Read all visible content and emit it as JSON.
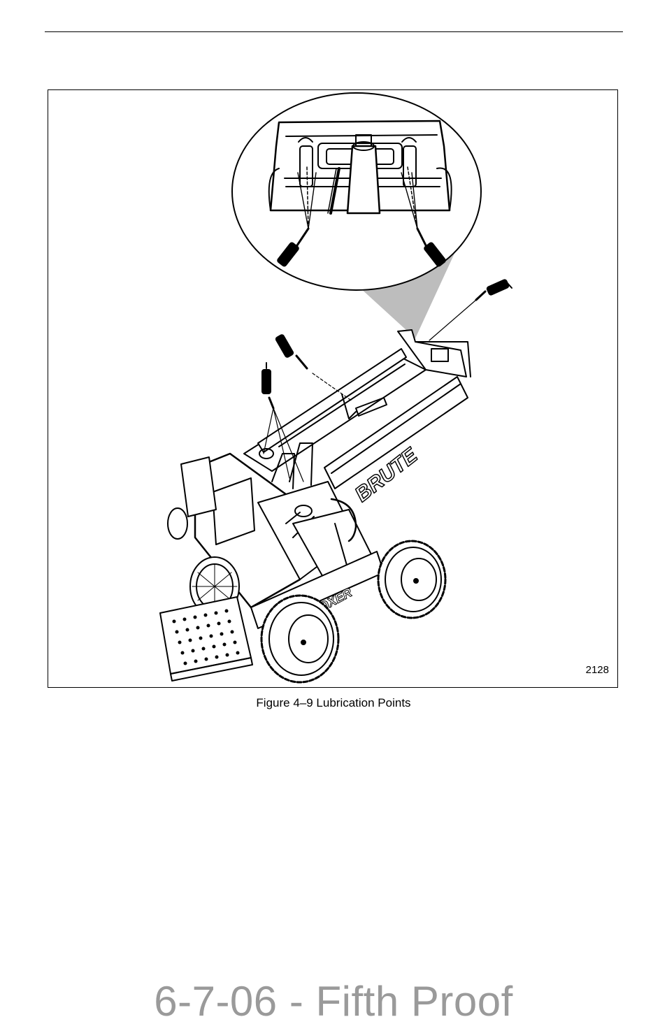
{
  "figure": {
    "number_label": "2128",
    "brand_marks": [
      "BRUTE",
      "BOXER"
    ]
  },
  "caption": "Figure 4–9 Lubrication Points",
  "watermark": "6-7-06 - Fifth Proof"
}
